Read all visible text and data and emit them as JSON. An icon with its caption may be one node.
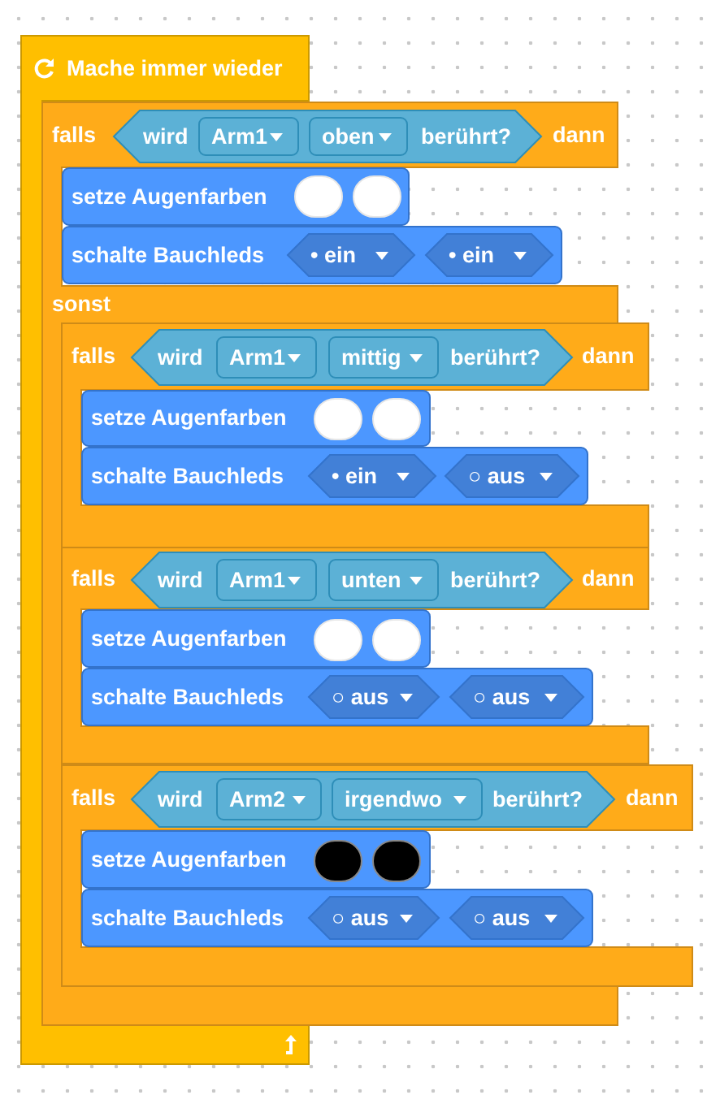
{
  "diagram": {
    "nodes": [
      {
        "text": [
          "Mache immer wieder"
        ]
      },
      {
        "text": [
          "falls",
          "dann",
          "sonst"
        ]
      },
      {
        "text": [
          "wird",
          "berührt?"
        ],
        "in": 1
      },
      {
        "text": [
          "Arm1"
        ],
        "in": 2
      },
      {
        "text": [
          "oben"
        ],
        "in": 2
      },
      {
        "text": [
          "setze Augenfarben"
        ],
        "in": 1
      },
      {
        "text": [],
        "shape": "circle",
        "in": 5
      },
      {
        "text": [],
        "shape": "circle",
        "in": 5
      },
      {
        "text": [
          "schalte Bauchleds"
        ],
        "in": 1
      },
      {
        "text": [
          "• ein"
        ],
        "in": 8
      },
      {
        "text": [
          "• ein"
        ],
        "in": 8
      },
      {
        "text": [
          "falls",
          "dann"
        ],
        "in": 1
      },
      {
        "text": [
          "wird",
          "berührt?"
        ],
        "in": 11
      },
      {
        "text": [
          "Arm1"
        ],
        "in": 12
      },
      {
        "text": [
          "mittig"
        ],
        "in": 12
      },
      {
        "text": [
          "setze Augenfarben"
        ],
        "in": 11
      },
      {
        "text": [],
        "shape": "circle",
        "in": 15
      },
      {
        "text": [],
        "shape": "circle",
        "in": 15
      },
      {
        "text": [
          "schalte Bauchleds"
        ],
        "in": 11
      },
      {
        "text": [
          "• ein"
        ],
        "in": 18
      },
      {
        "text": [
          "○ aus"
        ],
        "in": 18
      },
      {
        "text": [
          "falls",
          "dann"
        ],
        "in": 1
      },
      {
        "text": [
          "wird",
          "berührt?"
        ],
        "in": 21
      },
      {
        "text": [
          "Arm1"
        ],
        "in": 22
      },
      {
        "text": [
          "unten"
        ],
        "in": 22
      },
      {
        "text": [
          "setze Augenfarben"
        ],
        "in": 21
      },
      {
        "text": [],
        "shape": "circle",
        "in": 25
      },
      {
        "text": [],
        "shape": "circle",
        "in": 25
      },
      {
        "text": [
          "schalte Bauchleds"
        ],
        "in": 21
      },
      {
        "text": [
          "○ aus"
        ],
        "in": 28
      },
      {
        "text": [
          "○ aus"
        ],
        "in": 28
      },
      {
        "text": [
          "falls",
          "dann"
        ],
        "in": 1
      },
      {
        "text": [
          "wird",
          "berührt?"
        ],
        "in": 31
      },
      {
        "text": [
          "Arm2"
        ],
        "in": 32
      },
      {
        "text": [
          "irgendwo"
        ],
        "in": 32
      },
      {
        "text": [
          "setze Augenfarben"
        ],
        "in": 31
      },
      {
        "text": [],
        "shape": "circle",
        "in": 35
      },
      {
        "text": [],
        "shape": "circle",
        "in": 35
      },
      {
        "text": [
          "schalte Bauchleds"
        ],
        "in": 31
      },
      {
        "text": [
          "○ aus"
        ],
        "in": 38
      },
      {
        "text": [
          "○ aus"
        ],
        "in": 38
      }
    ]
  }
}
